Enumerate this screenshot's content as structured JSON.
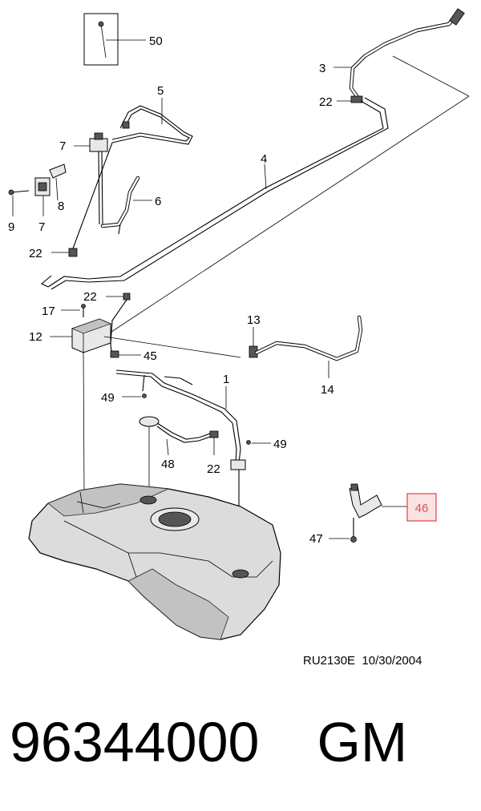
{
  "diagram": {
    "callouts": {
      "c50": "50",
      "c3": "3",
      "c22a": "22",
      "c5": "5",
      "c7a": "7",
      "c4": "4",
      "c9": "9",
      "c7b": "7",
      "c8": "8",
      "c6": "6",
      "c22b": "22",
      "c22c": "22",
      "c17": "17",
      "c12": "12",
      "c13": "13",
      "c45": "45",
      "c14": "14",
      "c1": "1",
      "c49a": "49",
      "c49b": "49",
      "c48": "48",
      "c22d": "22",
      "c46": "46",
      "c47": "47"
    },
    "highlight_color": "#d9534f",
    "highlight_fill": "#fbe3e3"
  },
  "reference": {
    "code": "RU2130E",
    "date": "10/30/2004"
  },
  "part": {
    "number": "96344000",
    "brand": "GM"
  }
}
